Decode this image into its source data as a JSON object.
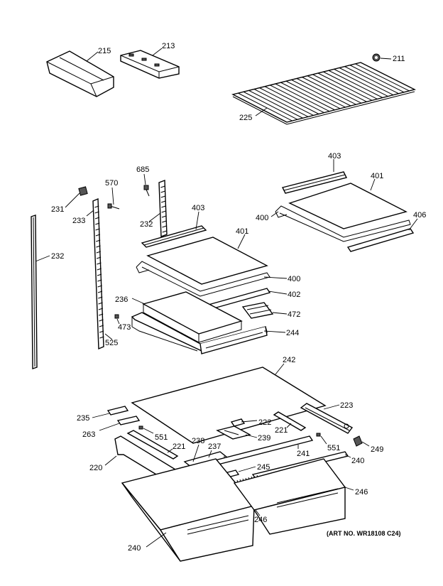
{
  "labels": {
    "l211": "211",
    "l213": "213",
    "l215": "215",
    "l225": "225",
    "l685": "685",
    "l570": "570",
    "l231": "231",
    "l233": "233",
    "l232a": "232",
    "l232b": "232",
    "l403a": "403",
    "l401a": "401",
    "l400a": "400",
    "l402": "402",
    "l472": "472",
    "l236": "236",
    "l473": "473",
    "l525": "525",
    "l244": "244",
    "l403b": "403",
    "l401b": "401",
    "l400b": "400",
    "l406": "406",
    "l242": "242",
    "l235": "235",
    "l263": "263",
    "l551a": "551",
    "l222": "222",
    "l239": "239",
    "l221a": "221",
    "l221b": "221",
    "l223": "223",
    "l551b": "551",
    "l249": "249",
    "l238": "238",
    "l237": "237",
    "l241": "241",
    "l240a": "240",
    "l220": "220",
    "l245": "245",
    "l246a": "246",
    "l246b": "246",
    "l240b": "240"
  },
  "art_number": "(ART NO. WR18108 C24)"
}
